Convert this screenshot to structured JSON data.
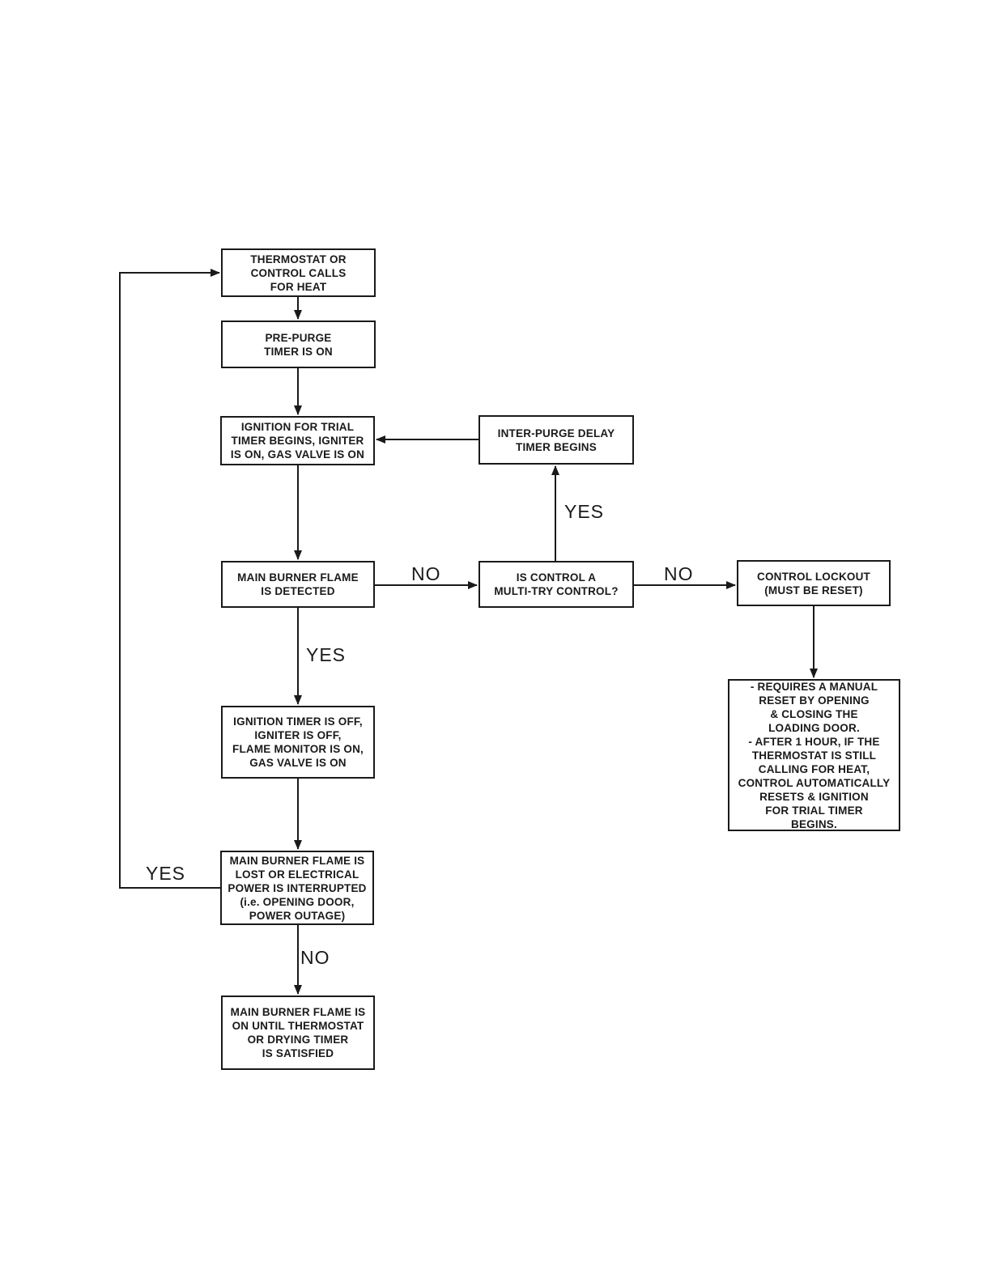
{
  "diagram": {
    "title_hint": "Gas burner ignition control sequence flowchart",
    "colors": {
      "line": "#1a1a1a",
      "background": "#ffffff"
    },
    "nodes": {
      "thermostat_calls_for_heat": {
        "text": "THERMOSTAT OR\nCONTROL CALLS\nFOR HEAT"
      },
      "pre_purge_timer": {
        "text": "PRE-PURGE\nTIMER IS ON"
      },
      "ignition_trial_timer": {
        "text": "IGNITION FOR TRIAL\nTIMER BEGINS, IGNITER\nIS ON, GAS VALVE IS ON"
      },
      "inter_purge_delay": {
        "text": "INTER-PURGE DELAY\nTIMER BEGINS"
      },
      "flame_detected": {
        "text": "MAIN BURNER FLAME\nIS DETECTED"
      },
      "multi_try_control": {
        "text": "IS CONTROL A\nMULTI-TRY CONTROL?"
      },
      "control_lockout": {
        "text": "CONTROL LOCKOUT\n(MUST BE RESET)"
      },
      "ignition_timer_off": {
        "text": "IGNITION TIMER IS OFF,\nIGNITER IS OFF,\nFLAME MONITOR IS ON,\nGAS VALVE IS ON"
      },
      "manual_reset_note": {
        "text": "- REQUIRES A MANUAL\nRESET BY OPENING\n& CLOSING THE\nLOADING DOOR.\n- AFTER 1 HOUR, IF THE\nTHERMOSTAT IS STILL\nCALLING FOR HEAT,\nCONTROL AUTOMATICALLY\nRESETS & IGNITION\nFOR TRIAL TIMER\nBEGINS."
      },
      "flame_lost": {
        "text": "MAIN BURNER FLAME IS\nLOST OR ELECTRICAL\nPOWER IS INTERRUPTED\n(i.e. OPENING DOOR,\nPOWER OUTAGE)"
      },
      "flame_on_until_satisfied": {
        "text": "MAIN BURNER FLAME IS\nON UNTIL THERMOSTAT\nOR DRYING TIMER\nIS SATISFIED"
      }
    },
    "labels": {
      "yes_to_inter_purge": "YES",
      "no_flame_to_multi_try": "NO",
      "no_multi_try_to_lockout": "NO",
      "yes_flame_detected": "YES",
      "yes_flame_lost_restart": "YES",
      "no_flame_not_lost": "NO"
    }
  }
}
